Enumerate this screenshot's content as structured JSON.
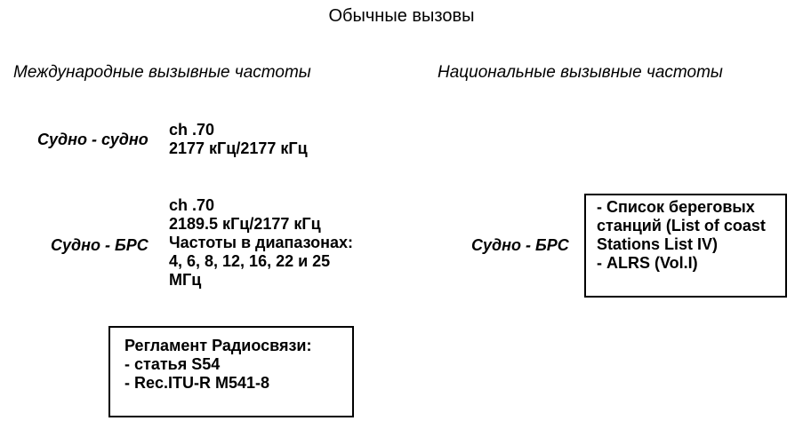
{
  "title": "Обычные вызовы",
  "headings": {
    "international": "Международные вызывные частоты",
    "national": "Национальные вызывные частоты"
  },
  "ship_to_ship": {
    "label": "Судно - судно",
    "frequencies": "ch .70\n2177 кГц/2177 кГц"
  },
  "ship_to_coast_international": {
    "label": "Судно - БРС",
    "frequencies": "ch .70\n2189.5 кГц/2177 кГц\nЧастоты в диапазонах:\n4, 6, 8, 12, 16, 22 и 25\nМГц"
  },
  "ship_to_coast_national": {
    "label": "Судно - БРС",
    "references": "- Список береговых\nстанций (List of coast\nStations List IV)\n- ALRS (Vol.I)"
  },
  "regulations_box": "Регламент Радиосвязи:\n- статья S54\n- Rec.ITU-R M541-8",
  "colors": {
    "text": "#000000",
    "background": "#ffffff",
    "box_border": "#000000"
  }
}
